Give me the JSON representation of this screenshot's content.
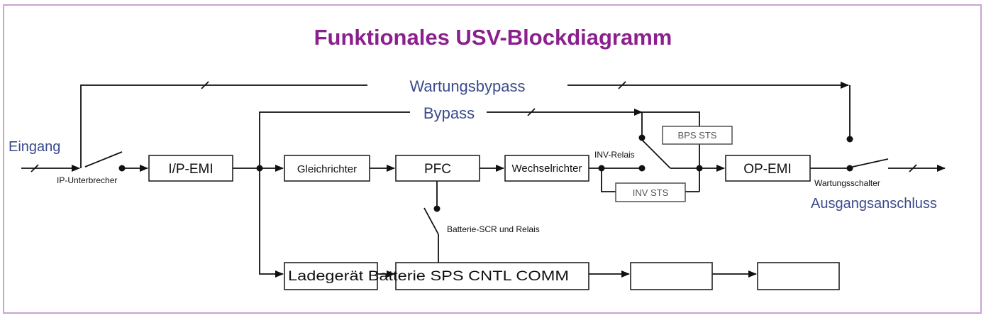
{
  "title": "Funktionales USV-Blockdiagramm",
  "labels": {
    "input": "Eingang",
    "output": "Ausgangsanschluss",
    "maintenance_bypass": "Wartungsbypass",
    "bypass": "Bypass",
    "ip_breaker": "IP-Unterbrecher",
    "inv_relay": "INV-Relais",
    "maintenance_switch": "Wartungsschalter",
    "battery_scr": "Batterie-SCR und Relais"
  },
  "blocks": {
    "ip_emi": "I/P-EMI",
    "rectifier": "Gleichrichter",
    "pfc": "PFC",
    "inverter": "Wechselrichter",
    "bps_sts": "BPS STS",
    "inv_sts": "INV STS",
    "op_emi": "OP-EMI",
    "bottom_row": "Ladegerät Batterie SPS CNTL COMM"
  },
  "colors": {
    "title": "#8b1f8e",
    "label": "#3a4a8c",
    "border": "#c9a3d3"
  }
}
